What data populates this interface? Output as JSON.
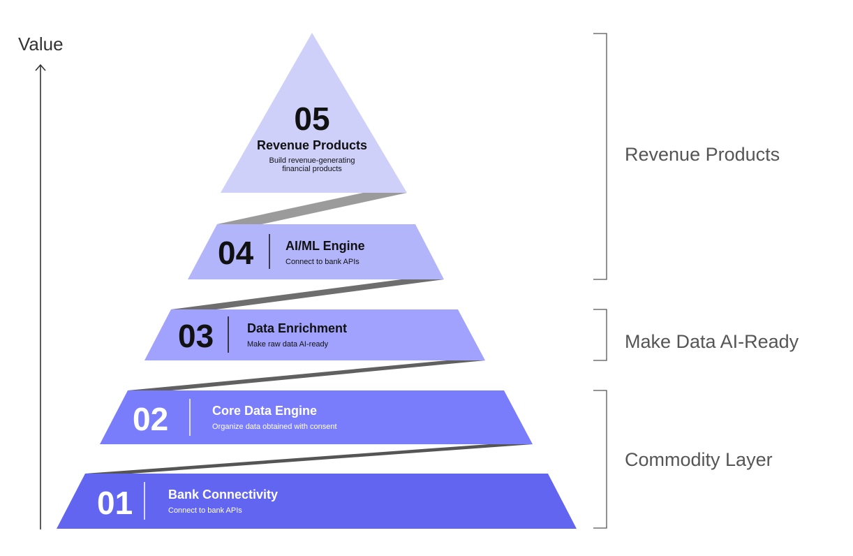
{
  "axis": {
    "label": "Value"
  },
  "tiers": [
    {
      "number": "01",
      "title": "Bank Connectivity",
      "description": "Connect to bank APIs",
      "color": "#6165f0",
      "text_color": "#ffffff"
    },
    {
      "number": "02",
      "title": "Core Data Engine",
      "description": "Organize data obtained with consent",
      "color": "#7a7dfb",
      "text_color": "#ffffff"
    },
    {
      "number": "03",
      "title": "Data Enrichment",
      "description": "Make raw data AI-ready",
      "color": "#a0a2fd",
      "text_color": "#111111"
    },
    {
      "number": "04",
      "title": "AI/ML Engine",
      "description": "Connect to bank APIs",
      "color": "#b3b5fb",
      "text_color": "#111111"
    },
    {
      "number": "05",
      "title": "Revenue Products",
      "description_lines": [
        "Build revenue-generating",
        "financial products"
      ],
      "color": "#cfd0fa",
      "text_color": "#111111"
    }
  ],
  "groups": [
    {
      "label": "Revenue Products"
    },
    {
      "label": "Make Data AI-Ready"
    },
    {
      "label": "Commodity Layer"
    }
  ],
  "connector_colors": [
    "#555555",
    "#606060",
    "#6e6e6e",
    "#9b9b9b"
  ]
}
